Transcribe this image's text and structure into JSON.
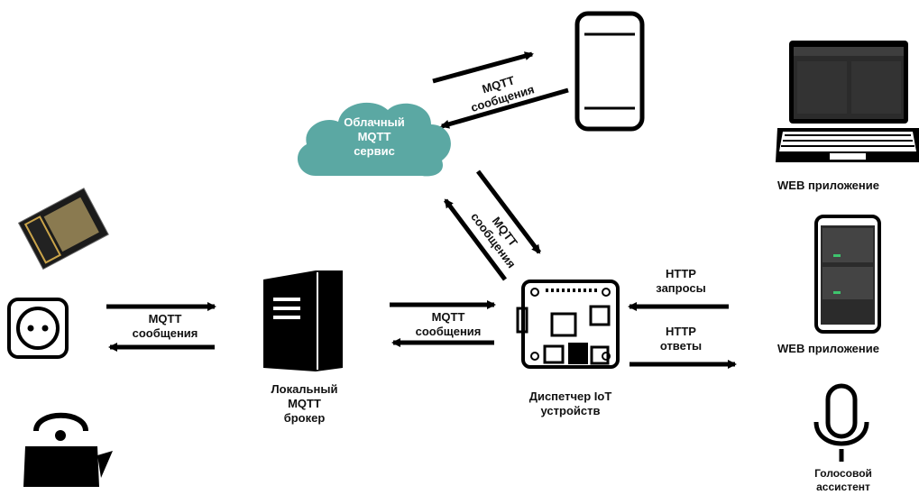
{
  "cloud": {
    "line1": "Облачный",
    "line2": "MQTT",
    "line3": "сервис"
  },
  "cloud_phone_link": {
    "line1": "MQTT",
    "line2": "сообщения"
  },
  "cloud_dispatcher_link": {
    "line1": "MQTT",
    "line2": "сообщения"
  },
  "devices_broker_link": {
    "line1": "MQTT",
    "line2": "сообщения"
  },
  "broker_dispatcher_link": {
    "line1": "MQTT",
    "line2": "сообщения"
  },
  "http_requests": {
    "line1": "HTTP",
    "line2": "запросы"
  },
  "http_responses": {
    "line1": "HTTP",
    "line2": "ответы"
  },
  "broker": {
    "line1": "Локальный",
    "line2": "MQTT",
    "line3": "брокер"
  },
  "dispatcher": {
    "line1": "Диспетчер IoT",
    "line2": "устройств"
  },
  "web_app_laptop": {
    "label": "WEB приложение"
  },
  "web_app_phone": {
    "label": "WEB приложение"
  },
  "voice": {
    "line1": "Голосовой",
    "line2": "ассистент"
  },
  "colors": {
    "cloud": "#5ba8a3",
    "ink": "#000000",
    "background": "#ffffff"
  },
  "icons": [
    "esp-module-icon",
    "socket-icon",
    "kettle-icon",
    "server-icon",
    "raspberry-board-icon",
    "smartphone-icon",
    "laptop-icon",
    "microphone-icon",
    "cloud-icon"
  ]
}
